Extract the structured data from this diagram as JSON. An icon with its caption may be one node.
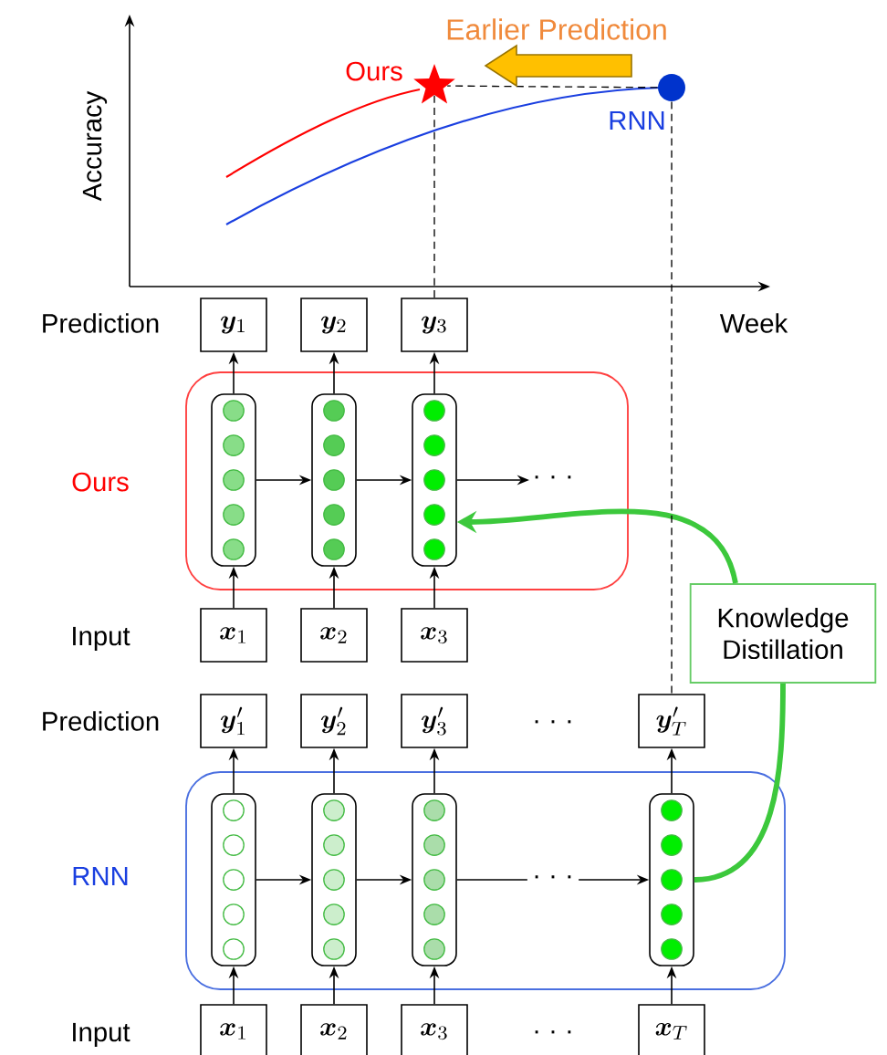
{
  "diagram": {
    "nodes": [
      {
        "text": [
          "Ours"
        ]
      },
      {
        "text": [],
        "shape": "box",
        "in": 0
      },
      {
        "text": [],
        "shape": "box",
        "in": 0
      },
      {
        "text": [],
        "shape": "box",
        "in": 0
      },
      {
        "text": [
          "\\bm{y}_1"
        ]
      },
      {
        "text": [
          "\\bm{y}_2"
        ]
      },
      {
        "text": [
          "\\bm{y}_3"
        ]
      },
      {
        "text": [
          "\\bm{x}_1"
        ]
      },
      {
        "text": [
          "\\bm{x}_2"
        ]
      },
      {
        "text": [
          "\\bm{x}_3"
        ]
      },
      {
        "text": [
          "RNN"
        ]
      },
      {
        "text": [],
        "shape": "box",
        "in": 10
      },
      {
        "text": [],
        "shape": "box",
        "in": 10
      },
      {
        "text": [],
        "shape": "box",
        "in": 10
      },
      {
        "text": [],
        "shape": "box",
        "in": 10
      },
      {
        "text": [
          "\\bm{y}'_1"
        ]
      },
      {
        "text": [
          "\\bm{y}'_2"
        ]
      },
      {
        "text": [
          "\\bm{y}'_3"
        ]
      },
      {
        "text": [
          "\\bm{y}'_T"
        ]
      },
      {
        "text": [
          "\\bm{x}_1"
        ]
      },
      {
        "text": [
          "\\bm{x}_2"
        ]
      },
      {
        "text": [
          "\\bm{x}_3"
        ]
      },
      {
        "text": [
          "\\bm{x}_T"
        ]
      },
      {
        "text": [
          "Knowledge Distillation"
        ]
      },
      {
        "text": [],
        "shape": "star",
        "beside": [
          "Ours"
        ]
      },
      {
        "text": [],
        "shape": "circle",
        "beside": [
          "RNN"
        ]
      },
      {
        "text": [
          "· · ·"
        ],
        "in": 0
      }
    ],
    "edges": [
      {
        "from": 7,
        "to": 1,
        "arrow": "to"
      },
      {
        "from": 8,
        "to": 2,
        "arrow": "to"
      },
      {
        "from": 9,
        "to": 3,
        "arrow": "to"
      },
      {
        "from": 1,
        "to": 4,
        "arrow": "to"
      },
      {
        "from": 2,
        "to": 5,
        "arrow": "to"
      },
      {
        "from": 3,
        "to": 6,
        "arrow": "to"
      },
      {
        "from": 1,
        "to": 2,
        "arrow": "to"
      },
      {
        "from": 2,
        "to": 3,
        "arrow": "to"
      },
      {
        "from": 3,
        "to": 26,
        "arrow": "to"
      },
      {
        "from": 19,
        "to": 11,
        "arrow": "to"
      },
      {
        "from": 20,
        "to": 12,
        "arrow": "to"
      },
      {
        "from": 21,
        "to": 13,
        "arrow": "to"
      },
      {
        "from": 22,
        "to": 14,
        "arrow": "to"
      },
      {
        "from": 11,
        "to": 15,
        "arrow": "to"
      },
      {
        "from": 12,
        "to": 16,
        "arrow": "to"
      },
      {
        "from": 13,
        "to": 17,
        "arrow": "to"
      },
      {
        "from": 14,
        "to": 18,
        "arrow": "to"
      },
      {
        "from": 11,
        "to": 12,
        "arrow": "to"
      },
      {
        "from": 12,
        "to": 13,
        "arrow": "to"
      },
      {
        "from": 13,
        "to": 14,
        "arrow": "to",
        "label": "· · ·"
      },
      {
        "from": 14,
        "to": 23,
        "arrow": "none",
        "style": "thick",
        "color": "#3cc83c"
      },
      {
        "from": 23,
        "to": 3,
        "arrow": "to",
        "style": "thick",
        "color": "#3cc83c"
      },
      {
        "from": 24,
        "to": 6,
        "arrow": "none",
        "style": "dashed"
      },
      {
        "from": 25,
        "to": 18,
        "arrow": "none",
        "style": "dashed"
      },
      {
        "from": 25,
        "to": 24,
        "arrow": "none",
        "style": "dashed"
      },
      {
        "from": 25,
        "to": 24,
        "arrow": "to",
        "style": "thick",
        "color": "#ffc000"
      }
    ],
    "labels": [
      "Earlier Prediction",
      "Accuracy",
      "Prediction",
      "Week",
      "Input",
      "Prediction",
      "· · ·",
      "Input",
      "· · ·"
    ]
  }
}
